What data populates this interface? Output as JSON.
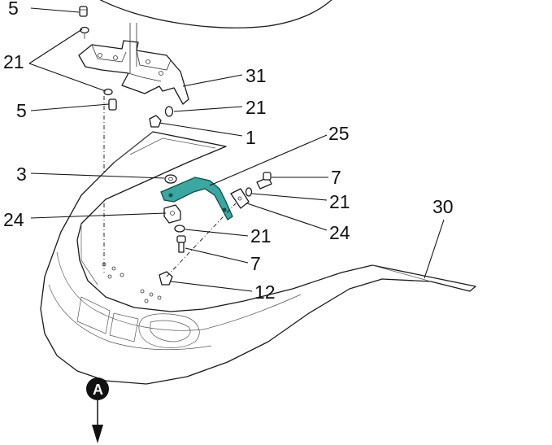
{
  "callouts": [
    {
      "id": "c5a",
      "text": "5"
    },
    {
      "id": "c21a",
      "text": "21"
    },
    {
      "id": "c31",
      "text": "31"
    },
    {
      "id": "c5b",
      "text": "5"
    },
    {
      "id": "c21b",
      "text": "21"
    },
    {
      "id": "c1",
      "text": "1"
    },
    {
      "id": "c25",
      "text": "25"
    },
    {
      "id": "c3",
      "text": "3"
    },
    {
      "id": "c7a",
      "text": "7"
    },
    {
      "id": "c21c",
      "text": "21"
    },
    {
      "id": "c30",
      "text": "30"
    },
    {
      "id": "c24a",
      "text": "24"
    },
    {
      "id": "c24b",
      "text": "24"
    },
    {
      "id": "c21d",
      "text": "21"
    },
    {
      "id": "c7b",
      "text": "7"
    },
    {
      "id": "c12",
      "text": "12"
    }
  ],
  "view_marker": {
    "label": "A"
  },
  "colors": {
    "highlight_part": "#3aa7a0",
    "line": "#111111",
    "background": "#ffffff"
  }
}
